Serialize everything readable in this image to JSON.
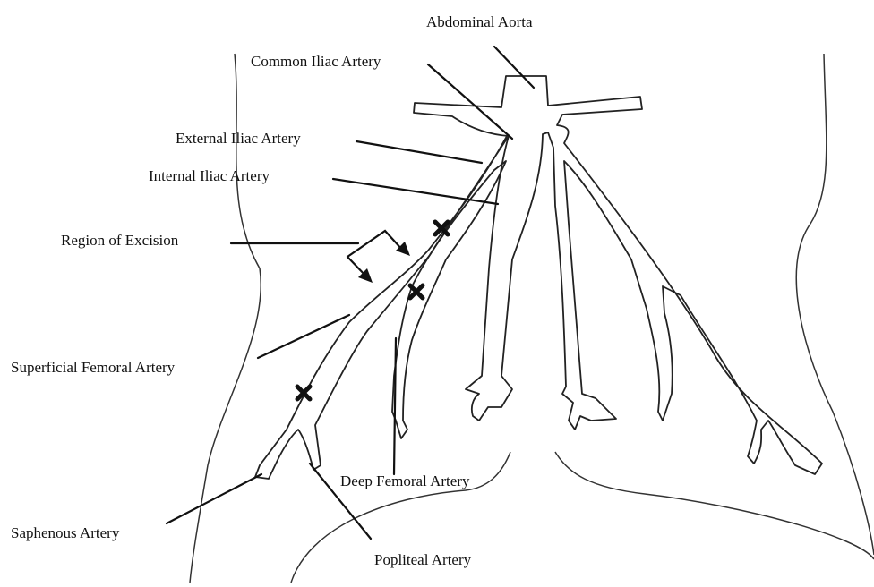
{
  "labels": {
    "abdominal_aorta": "Abdominal Aorta",
    "common_iliac": "Common Iliac Artery",
    "external_iliac": "External Iliac Artery",
    "internal_iliac": "Internal Iliac Artery",
    "region_excision": "Region of Excision",
    "superficial_femoral": "Superficial Femoral Artery",
    "deep_femoral": "Deep Femoral Artery",
    "saphenous": "Saphenous Artery",
    "popliteal": "Popliteal Artery"
  },
  "excision_markers": 3
}
